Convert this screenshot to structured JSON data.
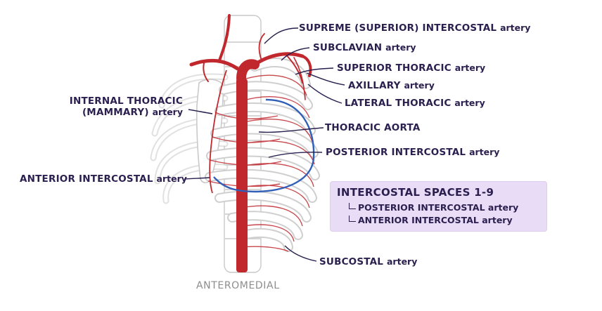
{
  "view": "ANTEROMEDIAL",
  "labels": {
    "supreme_intercostal": {
      "name": "SUPREME (SUPERIOR) INTERCOSTAL",
      "suffix": "artery"
    },
    "subclavian": {
      "name": "SUBCLAVIAN",
      "suffix": "artery"
    },
    "superior_thoracic": {
      "name": "SUPERIOR THORACIC",
      "suffix": "artery"
    },
    "axillary": {
      "name": "AXILLARY",
      "suffix": "artery"
    },
    "lateral_thoracic": {
      "name": "LATERAL THORACIC",
      "suffix": "artery"
    },
    "thoracic_aorta": {
      "name": "THORACIC AORTA"
    },
    "posterior_intercostal": {
      "name": "POSTERIOR INTERCOSTAL",
      "suffix": "artery"
    },
    "internal_thoracic": {
      "line1": "INTERNAL THORACIC",
      "line2": "(MAMMARY)",
      "suffix": "artery"
    },
    "anterior_intercostal": {
      "name": "ANTERIOR INTERCOSTAL",
      "suffix": "artery"
    },
    "subcostal": {
      "name": "SUBCOSTAL",
      "suffix": "artery"
    }
  },
  "info_box": {
    "title": "INTERCOSTAL SPACES 1-9",
    "items": [
      {
        "name": "POSTERIOR INTERCOSTAL",
        "suffix": "artery"
      },
      {
        "name": "ANTERIOR INTERCOSTAL",
        "suffix": "artery"
      }
    ]
  },
  "colors": {
    "label_text": "#2a1f4f",
    "artery": "#c0282d",
    "rib_outline": "#c9c9c9",
    "info_box_fill": "#e9dcf7",
    "aorta_outline": "#2f5fb7",
    "caption": "#8d8d8d"
  }
}
